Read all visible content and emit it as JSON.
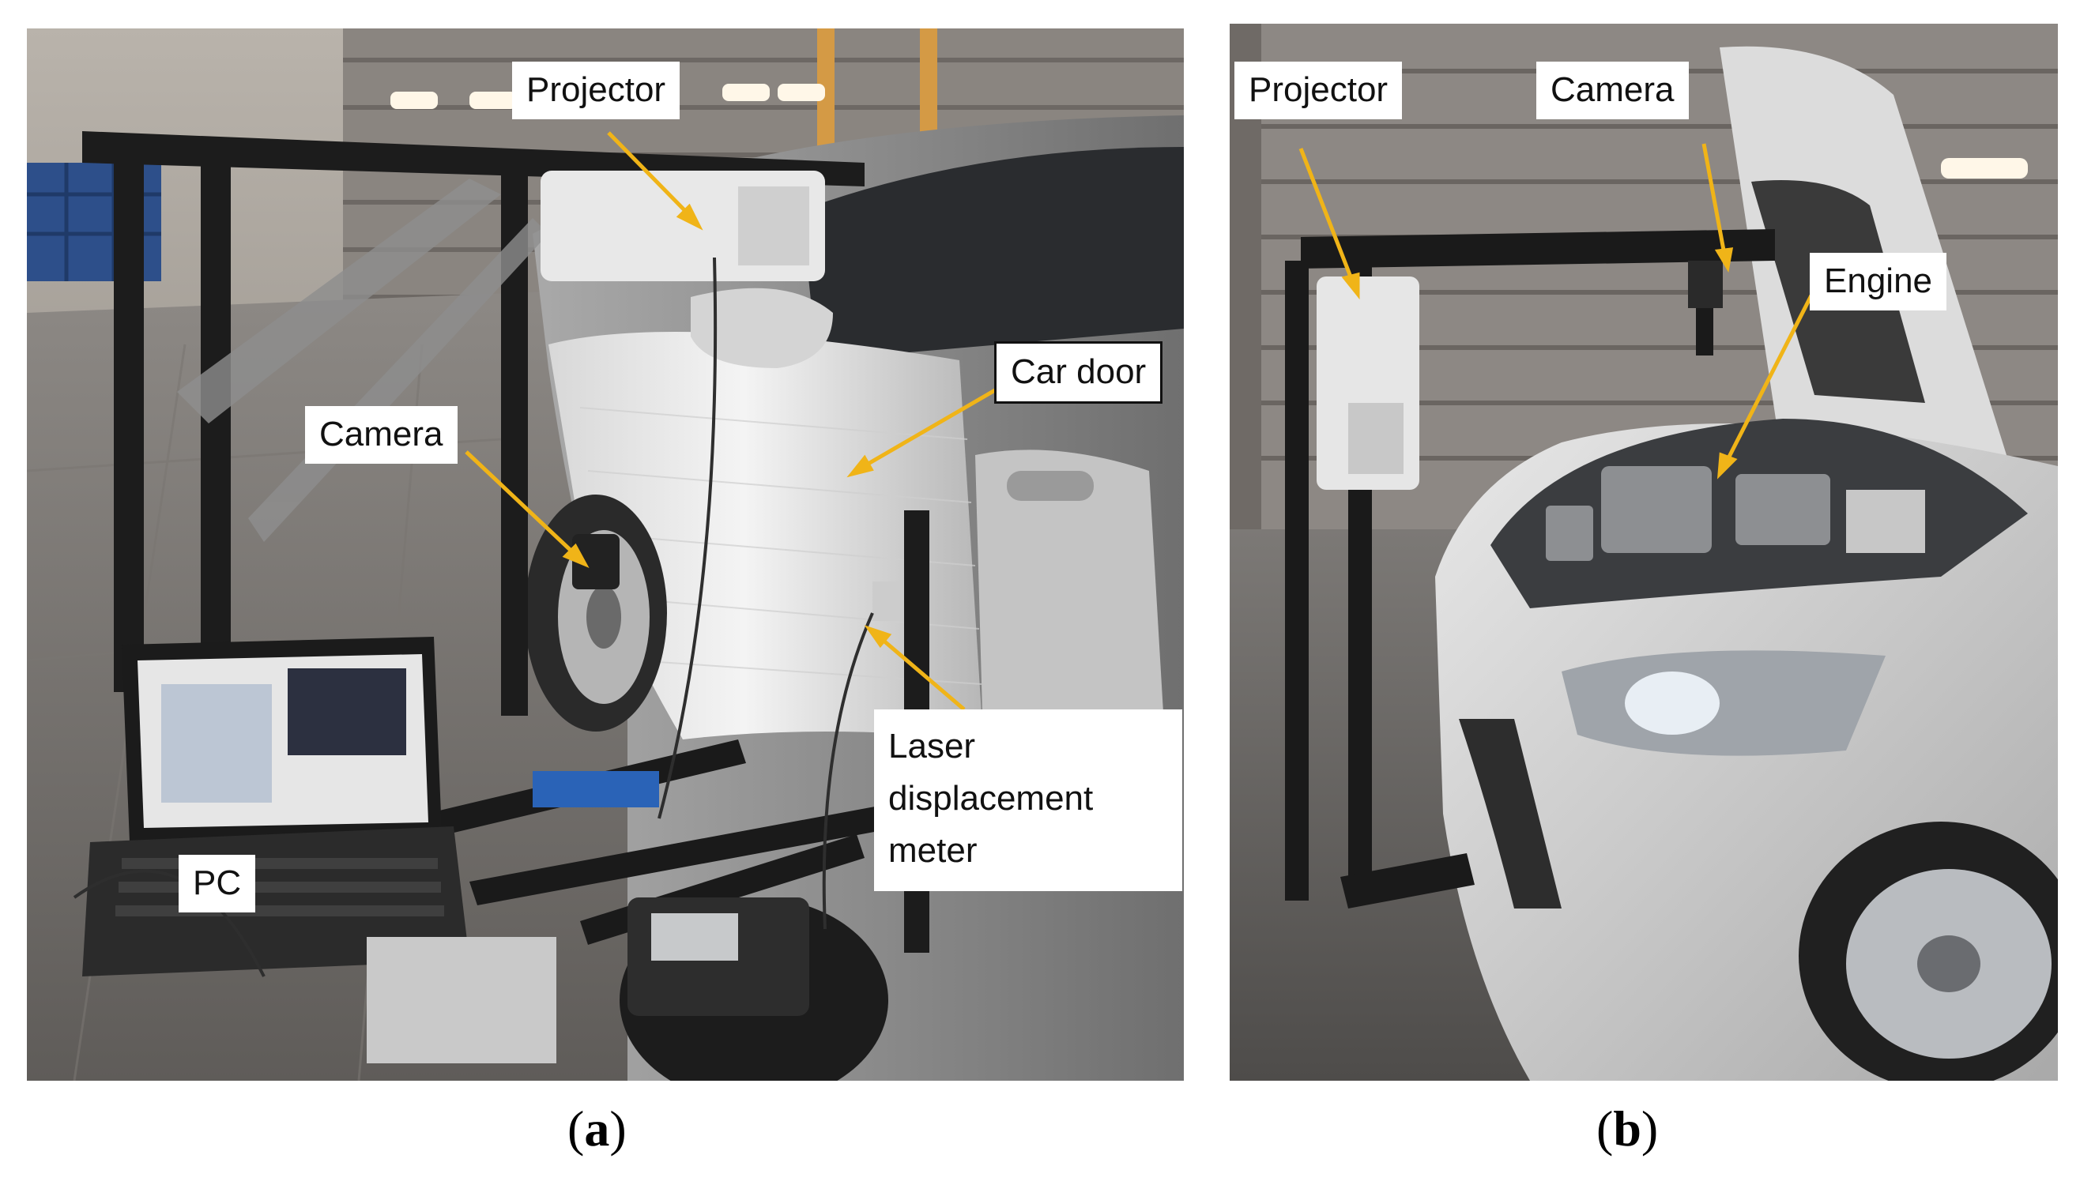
{
  "panel_a": {
    "labels": {
      "projector": "Projector",
      "car_door": "Car door",
      "camera": "Camera",
      "laser_line1": "Laser",
      "laser_line2": "displacement",
      "laser_line3": "meter",
      "pc": "PC"
    },
    "caption": "a"
  },
  "panel_b": {
    "labels": {
      "projector": "Projector",
      "camera": "Camera",
      "engine": "Engine"
    },
    "caption": "b"
  },
  "colors": {
    "arrow": "#f0b418",
    "label_bg": "#ffffff",
    "text": "#111111"
  }
}
